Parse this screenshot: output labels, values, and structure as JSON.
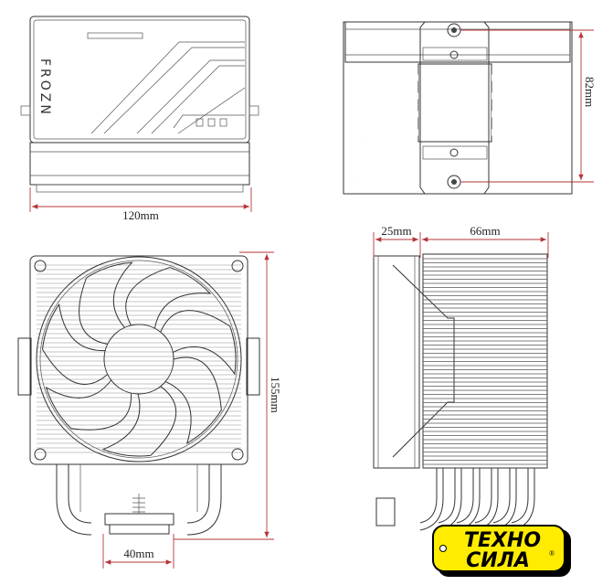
{
  "dimensions": {
    "width_top_view": "120mm",
    "height_side_top_view": "82mm",
    "fan_thickness": "25mm",
    "heatsink_depth": "66mm",
    "total_height": "155mm",
    "base_width": "40mm"
  },
  "product": {
    "brand_mark": "FROZN"
  },
  "logo": {
    "line1": "ТЕХНО",
    "line2": "СИЛА",
    "registered": "®",
    "color": "#ffec00"
  },
  "colors": {
    "dimension_line": "#b5353a",
    "drawing_line": "#333333"
  }
}
